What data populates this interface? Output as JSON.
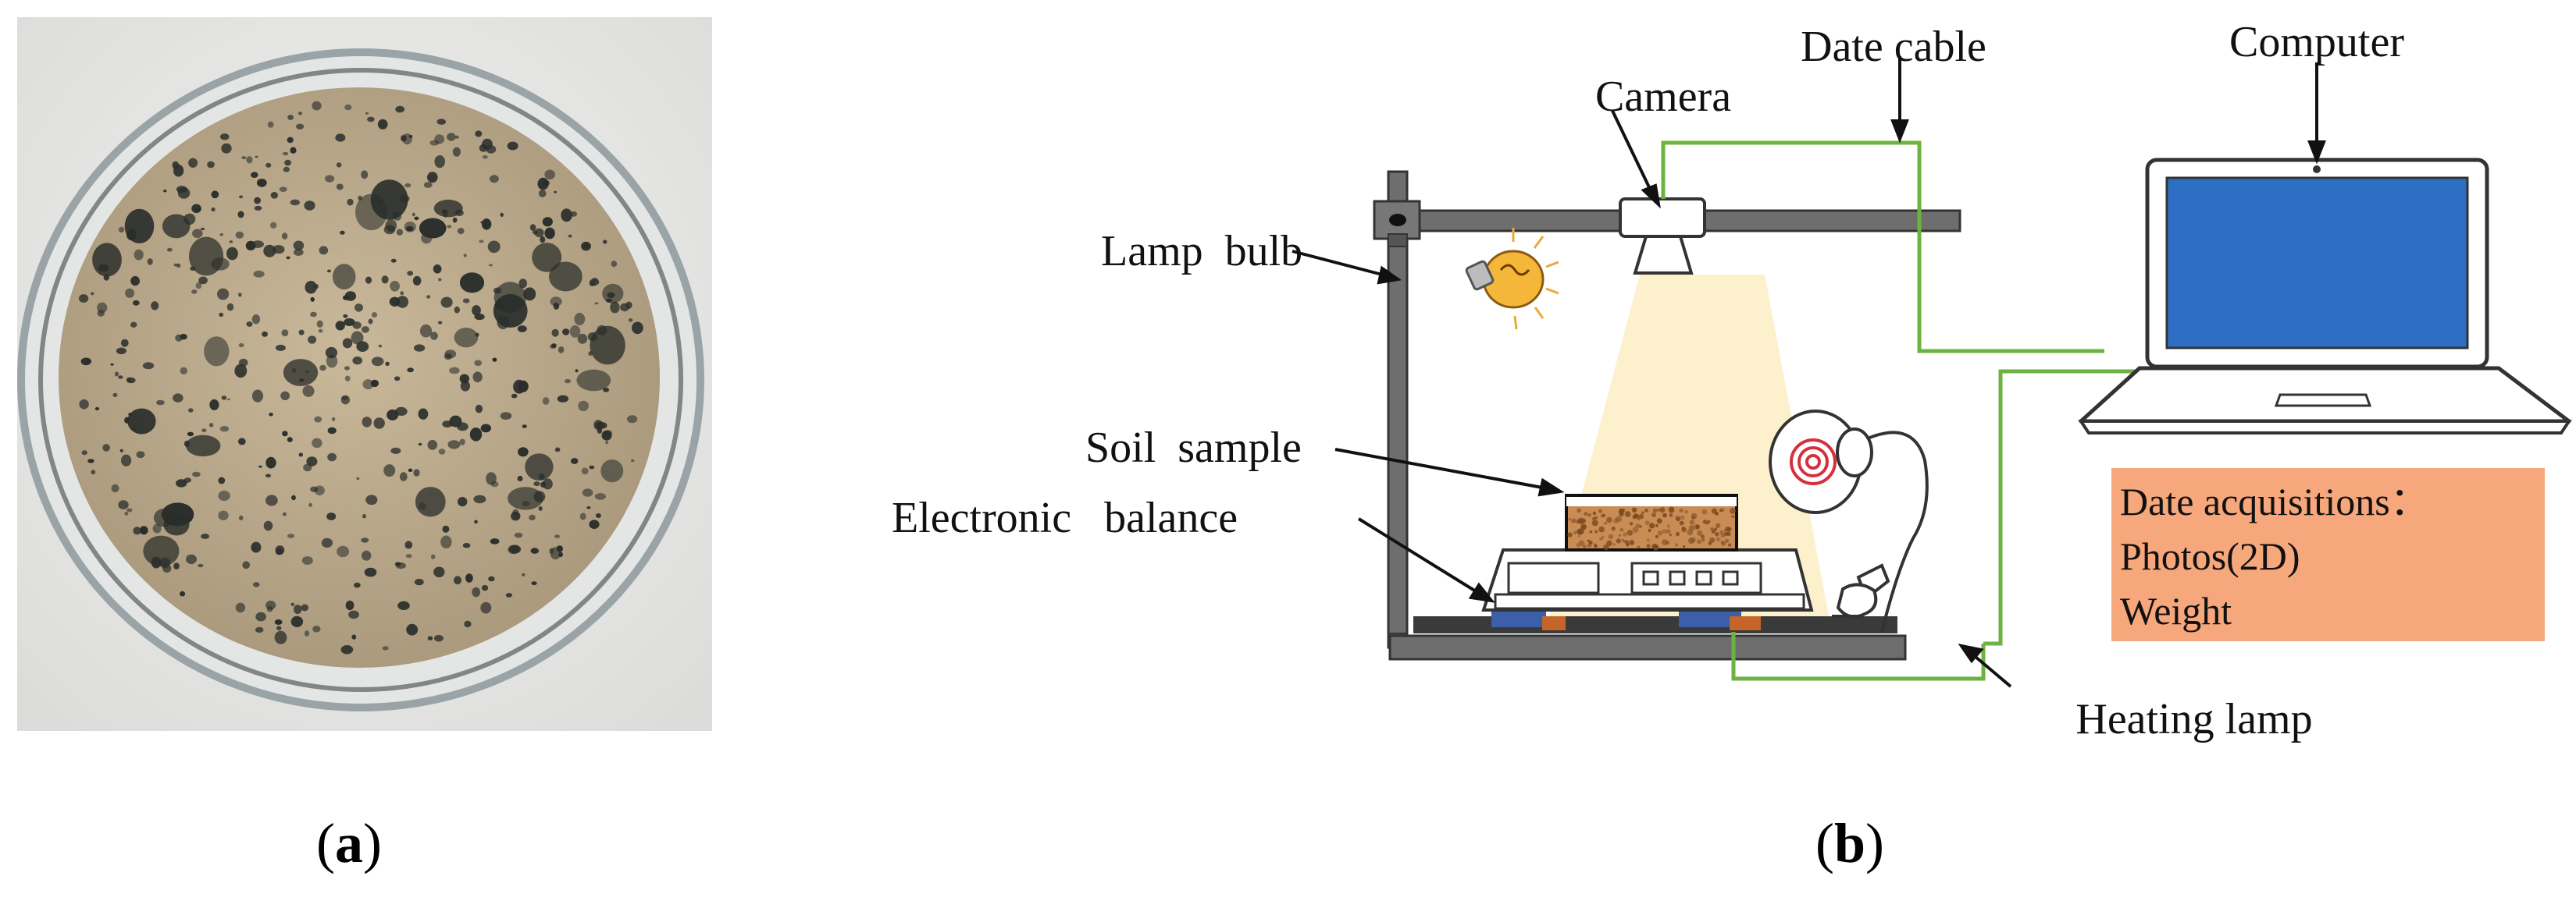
{
  "figure": {
    "panel_a_caption": {
      "open": "(",
      "letter": "a",
      "close": ")"
    },
    "panel_b_caption": {
      "open": "(",
      "letter": "b",
      "close": ")"
    }
  },
  "diagram": {
    "labels": {
      "camera": "Camera",
      "date_cable": "Date cable",
      "computer": "Computer",
      "lamp_bulb": "Lamp  bulb",
      "soil_sample": "Soil  sample",
      "electronic_balance": "Electronic   balance",
      "heating_lamp": "Heating lamp"
    },
    "data_box": {
      "title": "Date acquisitions：",
      "items": [
        "Photos(2D)",
        "Weight"
      ]
    },
    "colors": {
      "cable": "#6db33f",
      "light_cone": "#fdf0cc",
      "data_box": "#f6a77c",
      "screen": "#2e6fc4",
      "stand": "#6e6e6e",
      "soil": "#c98c55"
    }
  }
}
